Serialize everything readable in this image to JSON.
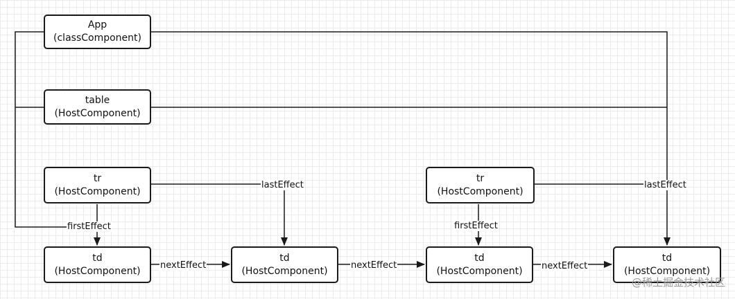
{
  "nodes": {
    "app": {
      "title": "App",
      "subtitle": "(classComponent)"
    },
    "table": {
      "title": "table",
      "subtitle": "(HostComponent)"
    },
    "tr1": {
      "title": "tr",
      "subtitle": "(HostComponent)"
    },
    "tr2": {
      "title": "tr",
      "subtitle": "(HostComponent)"
    },
    "td1": {
      "title": "td",
      "subtitle": "(HostComponent)"
    },
    "td2": {
      "title": "td",
      "subtitle": "(HostComponent)"
    },
    "td3": {
      "title": "td",
      "subtitle": "(HostComponent)"
    },
    "td4": {
      "title": "td",
      "subtitle": "(HostComponent)"
    }
  },
  "edges": {
    "first_effect_1": "firstEffect",
    "first_effect_2": "firstEffect",
    "last_effect_1": "lastEffect",
    "last_effect_2": "lastEffect",
    "next_effect_1": "nextEffect",
    "next_effect_2": "nextEffect",
    "next_effect_3": "nextEffect"
  },
  "watermark": "@稀土掘金技术社区",
  "colors": {
    "line": "#1a1a1a",
    "grid": "#ececec",
    "watermark": "#9a9a9a"
  }
}
